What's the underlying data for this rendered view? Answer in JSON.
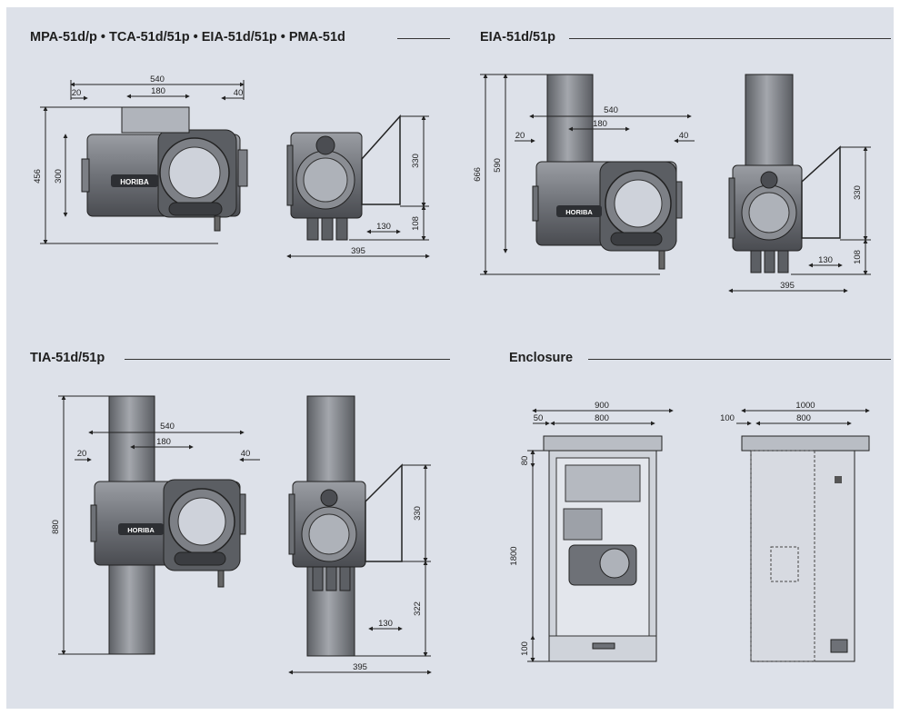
{
  "sections": {
    "top_left": {
      "title": "MPA-51d/p • TCA-51d/51p • EIA-51d/51p • PMA-51d"
    },
    "top_right": {
      "title": "EIA-51d/51p"
    },
    "bottom_left": {
      "title": "TIA-51d/51p"
    },
    "bottom_right": {
      "title": "Enclosure"
    }
  },
  "brand": "HORIBA",
  "dims": {
    "tl": {
      "w540": "540",
      "w180": "180",
      "w20": "20",
      "w40": "40",
      "h456": "456",
      "h300": "300",
      "h330": "330",
      "h108": "108",
      "w130": "130",
      "w395": "395"
    },
    "tr": {
      "w540": "540",
      "w180": "180",
      "w20": "20",
      "w40": "40",
      "h666": "666",
      "h590": "590",
      "h330": "330",
      "h108": "108",
      "w130": "130",
      "w395": "395"
    },
    "bl": {
      "w540": "540",
      "w180": "180",
      "w20": "20",
      "w40": "40",
      "h880": "880",
      "h330": "330",
      "h322": "322",
      "w130": "130",
      "w395": "395"
    },
    "br": {
      "w900": "900",
      "w800a": "800",
      "w50": "50",
      "h80": "80",
      "h1800": "1800",
      "h100": "100",
      "w1000": "1000",
      "w800b": "800",
      "w100": "100"
    }
  }
}
